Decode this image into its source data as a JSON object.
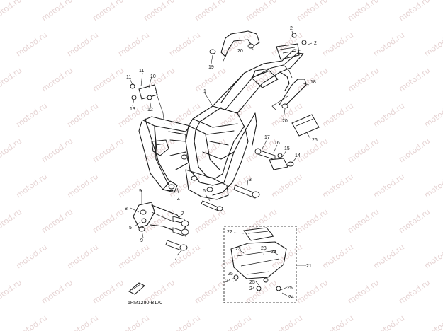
{
  "watermark": {
    "text": "motod.ru"
  },
  "diagram_code": "5RM1280-B170",
  "callouts": {
    "c1": "1",
    "c2a": "2",
    "c2b": "2",
    "c3": "3",
    "c4": "4",
    "c5": "5",
    "c6": "6",
    "c7a": "7",
    "c7b": "7",
    "c8": "8",
    "c9a": "9",
    "c9b": "9",
    "c10": "10",
    "c11a": "11",
    "c11b": "11",
    "c12": "12",
    "c13": "13",
    "c14": "14",
    "c15": "15",
    "c16": "16",
    "c17": "17",
    "c18": "18",
    "c19": "19",
    "c20a": "20",
    "c20b": "20",
    "c21": "21",
    "c22": "22",
    "c23a": "23",
    "c23b": "23",
    "c23c": "23",
    "c24a": "24",
    "c24b": "24",
    "c24c": "24",
    "c25a": "25",
    "c25b": "25",
    "c25c": "25",
    "c26": "26"
  },
  "colors": {
    "line": "#1a1a1a",
    "watermark": "#e6d4d4",
    "background": "#ffffff"
  }
}
